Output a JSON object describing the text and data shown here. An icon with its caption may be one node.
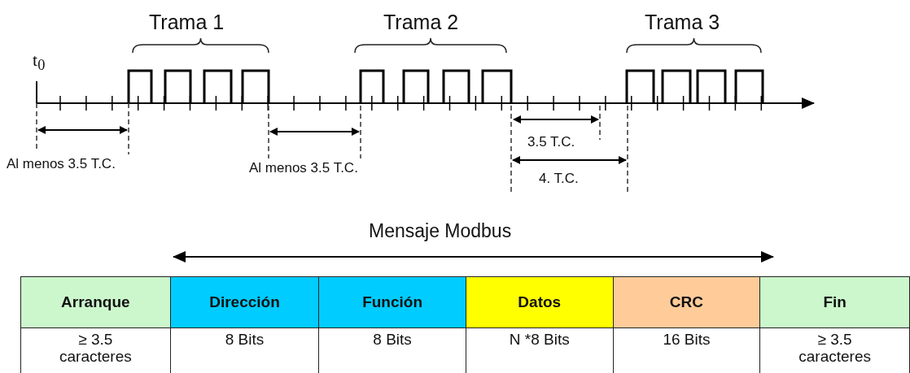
{
  "diagram": {
    "labels": [
      "Trama 1",
      "Trama 2",
      "Trama 3",
      "t$_{0}$",
      "Al menos 3.5 T.C.",
      "Al menos 3.5 T.C.",
      "3.5 T.C.",
      "4. T.C.",
      "Mensaje Modbus",
      "Arranque",
      "Dirección",
      "Función",
      "Datos",
      "CRC",
      "Fin",
      "≥ 3.5 caracteres",
      "8 Bits",
      "8 Bits",
      "N *8 Bits",
      "16 Bits",
      "≥ 3.5 caracteres"
    ]
  }
}
